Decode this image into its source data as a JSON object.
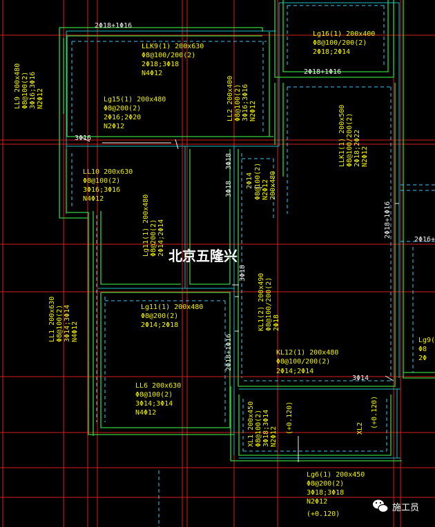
{
  "colors": {
    "background": "#000000",
    "axis_line": "#d81e1e",
    "beam_edge": "#36d13c",
    "beam_center": "#19c0c8",
    "hidden_line": "#3ec8f0",
    "annotation": "#f2f200",
    "rebar_mark": "#f0f0f0",
    "watermark": "#ffffff"
  },
  "watermark": {
    "text": "北京五隆兴"
  },
  "badge": {
    "text": "施工员",
    "icon": "wechat-icon"
  },
  "annotations": {
    "a01": "2Φ18+1Φ16",
    "a02": "LLK9(1) 200x630",
    "a03": "Φ8@100/200(2)",
    "a04": "2Φ18;3Φ18",
    "a05": "N4Φ12",
    "a06": "LL9 200x480",
    "a07": "Φ8@100(2)",
    "a08": "3Φ16;3Φ16",
    "a09": "N2Φ12",
    "a10": "Lg15(1) 200x480",
    "a11": "Φ8@200(2)",
    "a12": "2Φ16;2Φ20",
    "a13": "N2Φ12",
    "a14": "LL2 200x400",
    "a15": "Φ8@100(2)",
    "a16": "3Φ16;3Φ16",
    "a17": "N2Φ12",
    "a18": "Lg16(1) 200x400",
    "a19": "Φ8@100/200(2)",
    "a20": "2Φ18;2Φ14",
    "a21": "2Φ18+1Φ16",
    "a22": "3Φ16",
    "a23": "LL10 200x630",
    "a24": "Φ8@100(2)",
    "a25": "3Φ16;3Φ16",
    "a26": "N4Φ12",
    "a27": "3Φ18",
    "a28": "3Φ18",
    "a29": "2Φ14",
    "a30": "Φ8@100(2)",
    "a31": "N2Φ12",
    "a32": "200x480",
    "a33": "LLK1(1) 200x500",
    "a34": "Φ8@100/200(2)",
    "a35": "2Φ18;2Φ22",
    "a36": "N2Φ12",
    "a37": "Lg11(1) 200x480",
    "a38": "Φ8@200(2)",
    "a39": "2Φ14;2Φ14",
    "a40": "2Φ18+1Φ16",
    "a41": "2Φ16+",
    "a42": "3Φ18",
    "a43": "KL1(2) 200x490",
    "a44": "Φ8@100/200(2)",
    "a45": "2Φ18",
    "a46": "LL1 200x630",
    "a47": "Φ8@100(2)",
    "a48": "3Φ14;3Φ14",
    "a49": "N4Φ12",
    "a50": "Lg11(1) 200x480",
    "a51": "Φ8@200(2)",
    "a52": "2Φ14;2Φ18",
    "a53": "2Φ18+1Φ16",
    "a54": "KL12(1) 200x480",
    "a55": "Φ8@100/200(2)",
    "a56": "2Φ14;2Φ14",
    "a57": "3Φ14",
    "a58": "Lg9(",
    "a59": "Φ8",
    "a60": "2Φ",
    "a61": "LL6 200x630",
    "a62": "Φ8@100(2)",
    "a63": "3Φ14;3Φ14",
    "a64": "N4Φ12",
    "a65": "XL1 200x450",
    "a66": "Φ8@100(2)",
    "a67": "3Φ18;3Φ14",
    "a68": "N2Φ12",
    "a69": "(+0.120)",
    "a70": "XL2",
    "a71": "(+0.120)",
    "a72": "Lg6(1) 200x450",
    "a73": "Φ8@200(2)",
    "a74": "3Φ18;3Φ18",
    "a75": "N2Φ12",
    "a76": "(+0.120)"
  }
}
